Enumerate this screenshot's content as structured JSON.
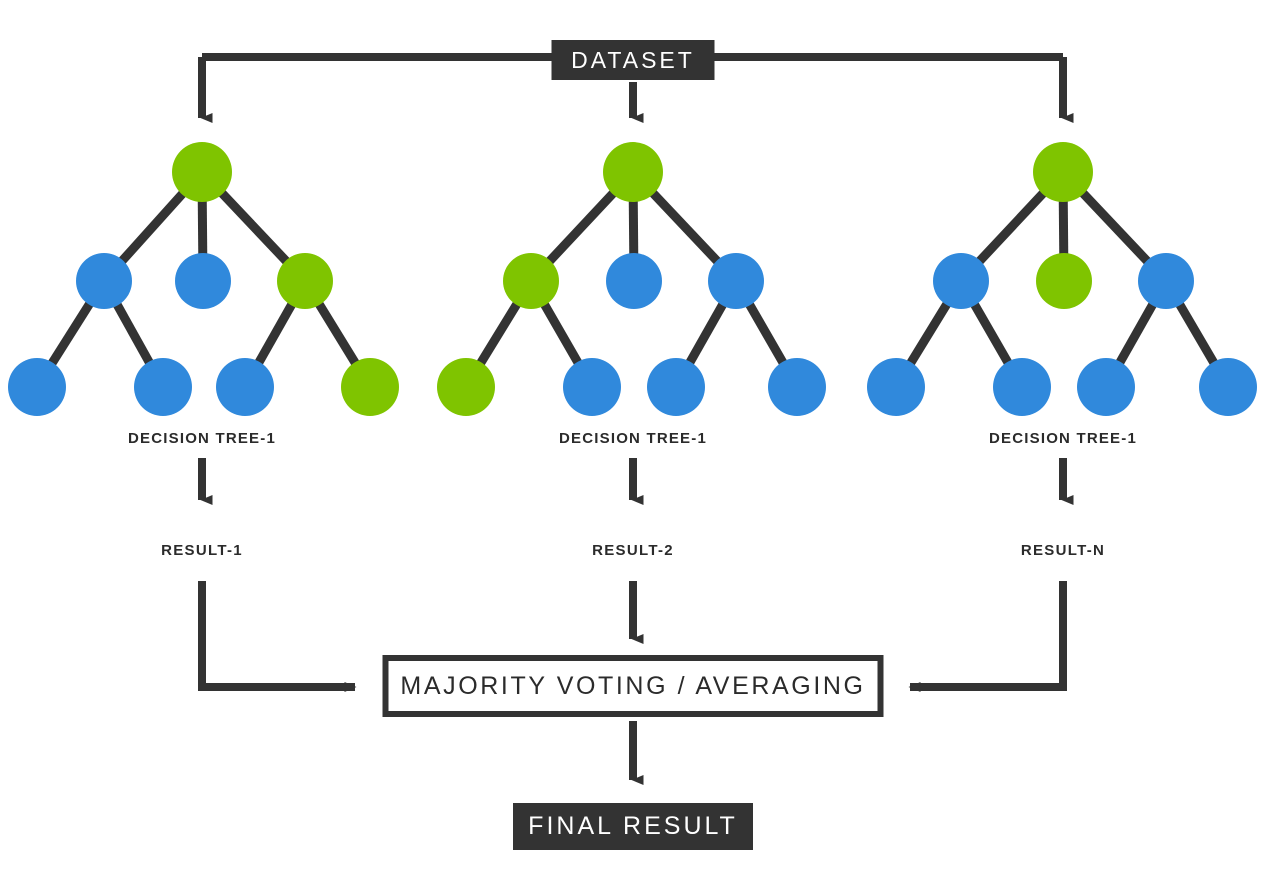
{
  "diagram": {
    "title_box": {
      "label": "DATASET"
    },
    "voting_box": {
      "label": "MAJORITY VOTING / AVERAGING"
    },
    "final_box": {
      "label": "FINAL RESULT"
    },
    "colors": {
      "green_node": "#7FC400",
      "blue_node": "#3089DC",
      "dark": "#333333",
      "text_dark": "#2b2b2b",
      "background": "#ffffff"
    },
    "trees": [
      {
        "caption": "DECISION TREE-1",
        "result": "RESULT-1",
        "root": "green",
        "level2": [
          "blue",
          "blue",
          "green"
        ],
        "leaves": [
          "blue",
          "blue",
          "blue",
          "green"
        ]
      },
      {
        "caption": "DECISION TREE-1",
        "result": "RESULT-2",
        "root": "green",
        "level2": [
          "green",
          "blue",
          "blue"
        ],
        "leaves": [
          "green",
          "blue",
          "blue",
          "blue"
        ]
      },
      {
        "caption": "DECISION TREE-1",
        "result": "RESULT-N",
        "root": "green",
        "level2": [
          "blue",
          "green",
          "blue"
        ],
        "leaves": [
          "blue",
          "blue",
          "blue",
          "blue"
        ]
      }
    ]
  }
}
